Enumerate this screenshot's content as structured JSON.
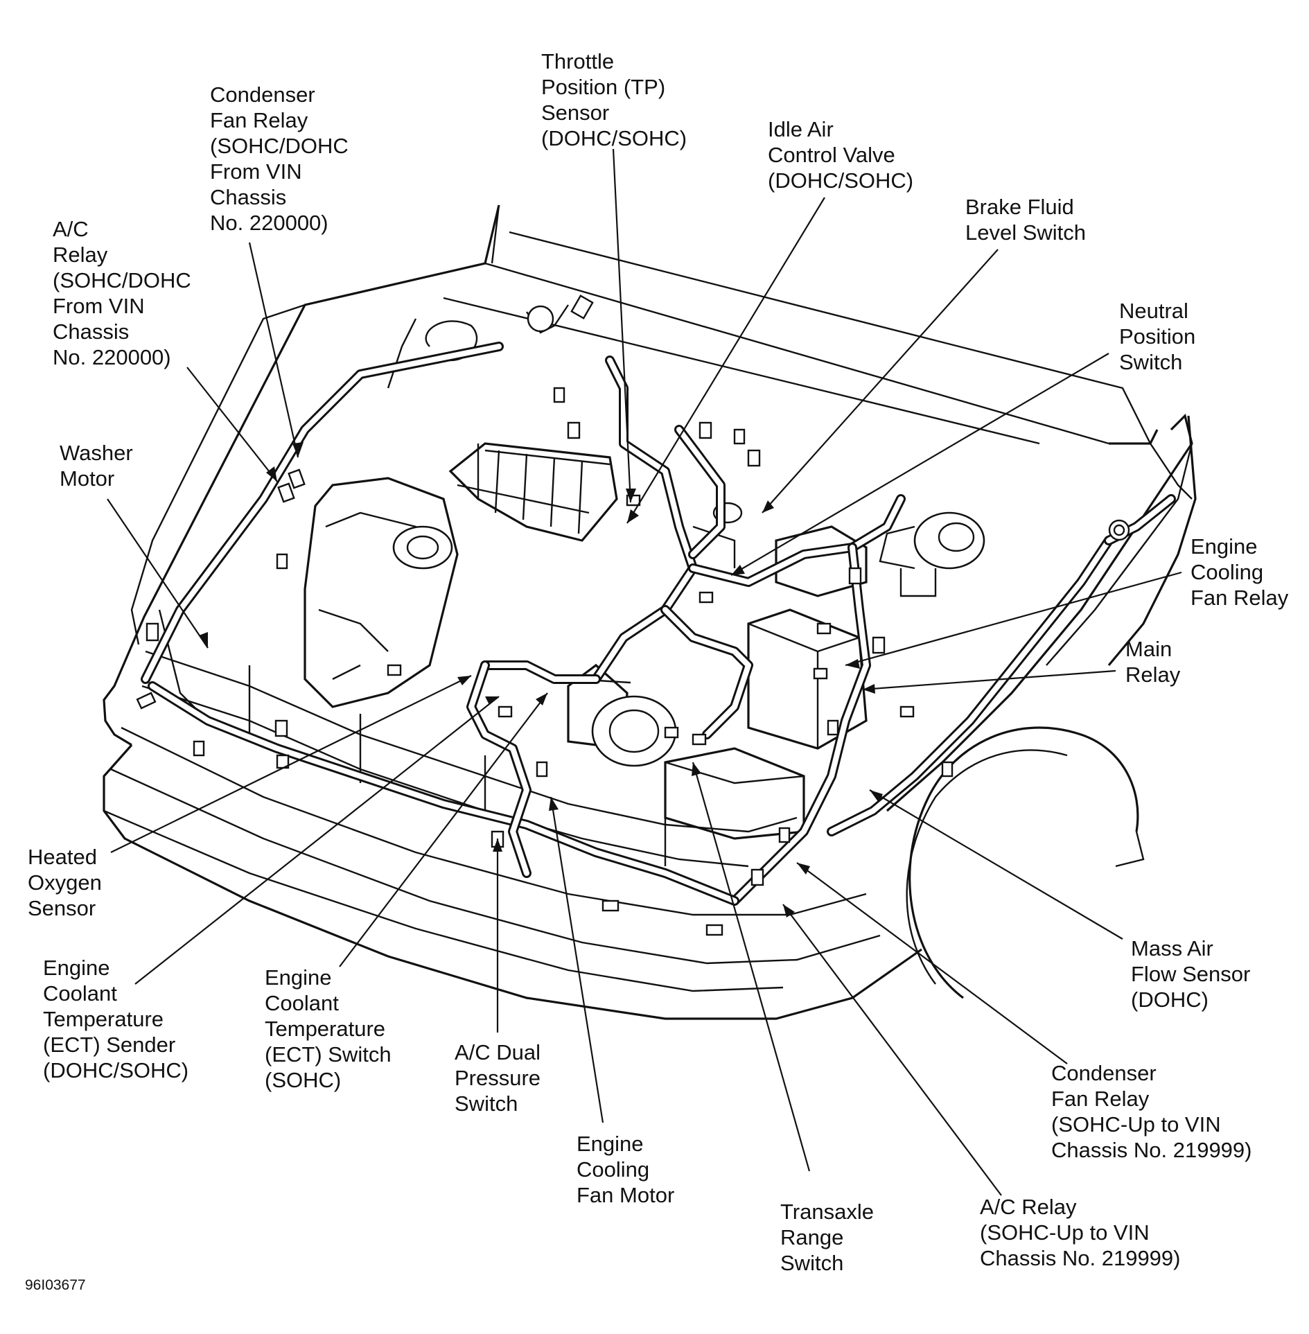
{
  "labels": {
    "condenser_fan_relay_vin": "Condenser\nFan Relay\n(SOHC/DOHC\nFrom VIN\nChassis\nNo. 220000)",
    "tp_sensor": "Throttle\nPosition (TP)\nSensor\n(DOHC/SOHC)",
    "idle_air_control": "Idle Air\nControl Valve\n(DOHC/SOHC)",
    "brake_fluid": "Brake Fluid\nLevel Switch",
    "ac_relay_vin": "A/C\nRelay\n(SOHC/DOHC\nFrom VIN\nChassis\nNo. 220000)",
    "neutral_position": "Neutral\nPosition\nSwitch",
    "washer_motor": "Washer\nMotor",
    "engine_cooling_fan_relay": "Engine\nCooling\nFan Relay",
    "main_relay": "Main\nRelay",
    "heated_oxygen": "Heated\nOxygen\nSensor",
    "ect_sender": "Engine\nCoolant\nTemperature\n(ECT) Sender\n(DOHC/SOHC)",
    "ect_switch": "Engine\nCoolant\nTemperature\n(ECT) Switch\n(SOHC)",
    "ac_dual_pressure": "A/C Dual\nPressure\nSwitch",
    "mass_air_flow": "Mass Air\nFlow Sensor\n(DOHC)",
    "engine_cooling_fan_motor": "Engine\nCooling\nFan Motor",
    "condenser_fan_relay_upto": "Condenser\nFan Relay\n(SOHC-Up to VIN\nChassis No. 219999)",
    "transaxle_range": "Transaxle\nRange\nSwitch",
    "ac_relay_upto": "A/C Relay\n(SOHC-Up to VIN\nChassis No. 219999)"
  },
  "figure_id": "96I03677"
}
